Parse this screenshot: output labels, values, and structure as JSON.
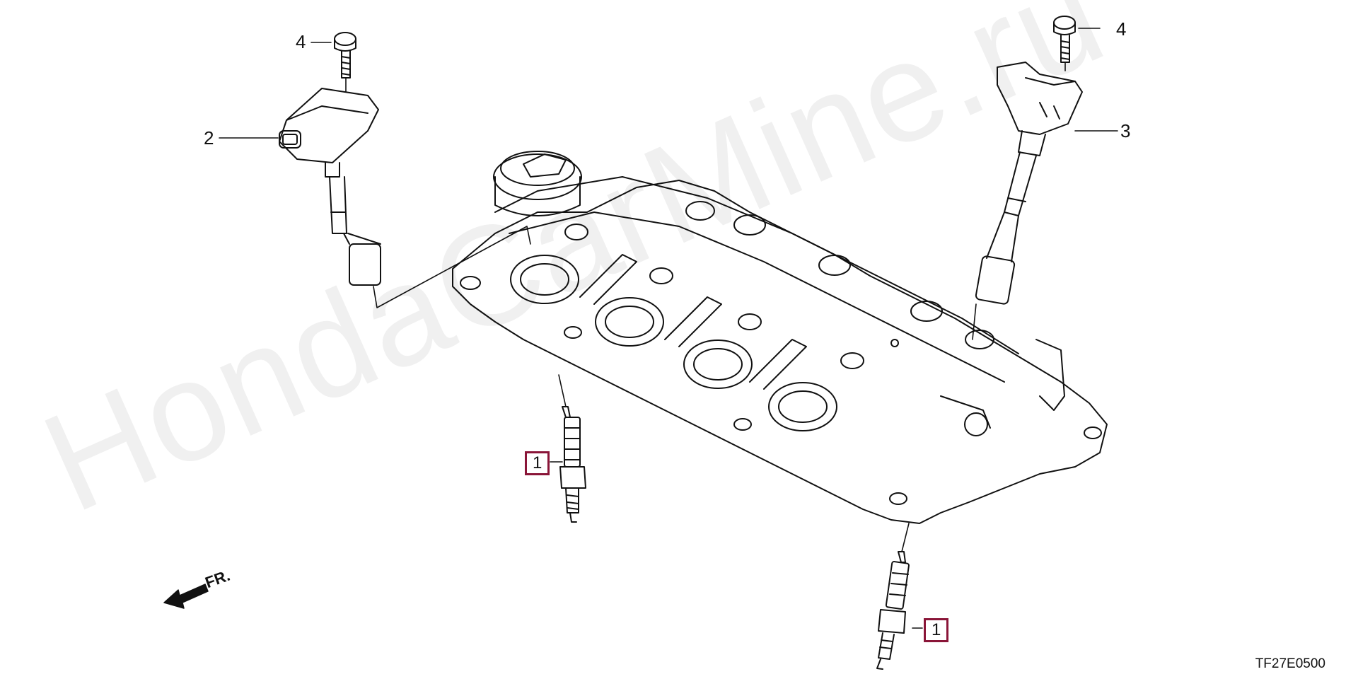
{
  "watermark": "HondaCarMine.ru",
  "callouts": {
    "spark_plug_left": "1",
    "spark_plug_right": "1",
    "coil_left": "2",
    "coil_right": "3",
    "bolt_left": "4",
    "bolt_right": "4"
  },
  "direction_label": "FR.",
  "drawing_code": "TF27E0500",
  "colors": {
    "line": "#111111",
    "callout_box": "#8a1538",
    "watermark": "#f0f0f0"
  }
}
